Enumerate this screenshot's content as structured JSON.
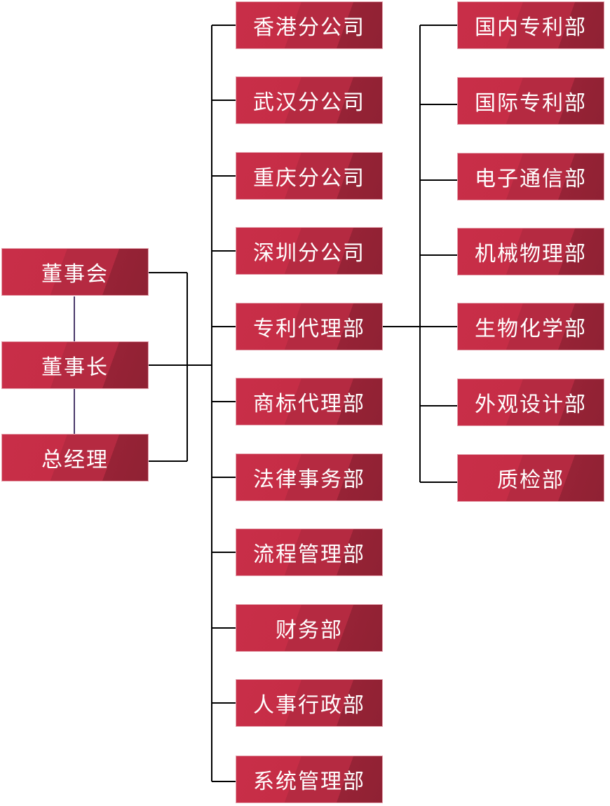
{
  "leadership": [
    "董事会",
    "董事长",
    "总经理"
  ],
  "departments": [
    "香港分公司",
    "武汉分公司",
    "重庆分公司",
    "深圳分公司",
    "专利代理部",
    "商标代理部",
    "法律事务部",
    "流程管理部",
    "财务部",
    "人事行政部",
    "系统管理部"
  ],
  "patent_subdepartments": [
    "国内专利部",
    "国际专利部",
    "电子通信部",
    "机械物理部",
    "生物化学部",
    "外观设计部",
    "质检部"
  ],
  "colors": {
    "node": "#c62d46",
    "node_dark": "#8f2133",
    "connector": "#000000",
    "leader_link": "#4a3a6a"
  }
}
